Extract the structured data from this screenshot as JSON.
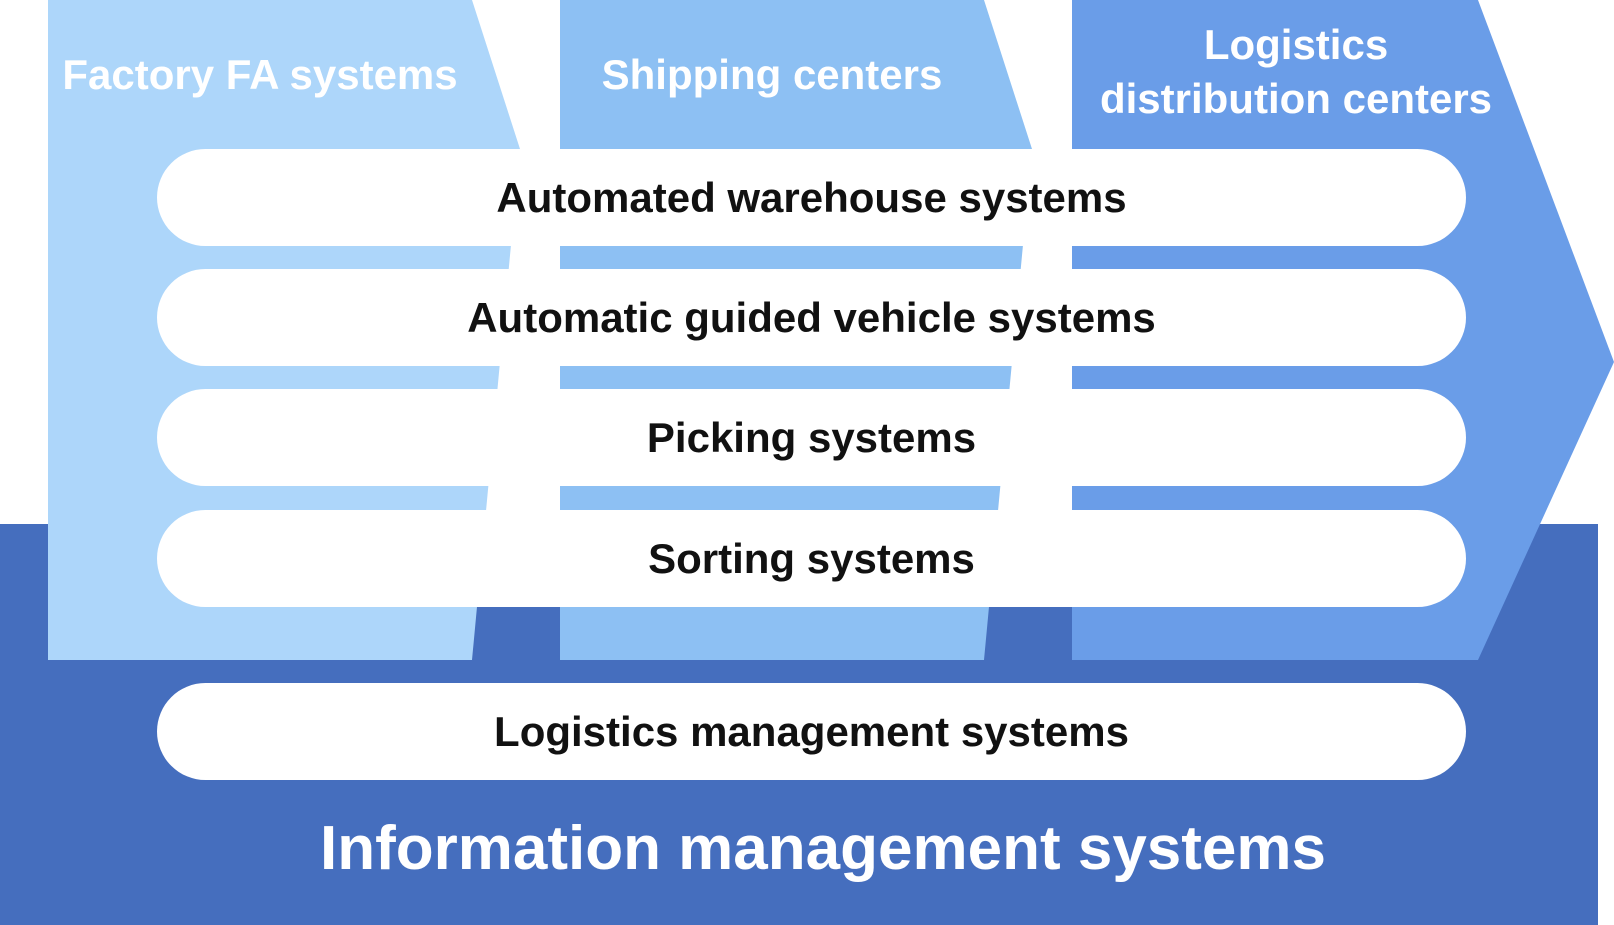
{
  "colors": {
    "factory": "#ADD6FA",
    "shipping": "#8DC0F3",
    "logistics": "#6A9DE8",
    "info_band": "#456EBE",
    "pill_bg": "#FFFFFF",
    "pill_text": "#111111",
    "header_text": "#FFFFFF"
  },
  "columns": [
    {
      "label": "Factory FA systems"
    },
    {
      "label": "Shipping centers"
    },
    {
      "label_lines": [
        "Logistics",
        "distribution centers"
      ]
    }
  ],
  "pills": [
    {
      "label": "Automated warehouse systems"
    },
    {
      "label": "Automatic guided vehicle systems"
    },
    {
      "label": "Picking systems"
    },
    {
      "label": "Sorting systems"
    }
  ],
  "management_pill": {
    "label": "Logistics management systems"
  },
  "info_band": {
    "title": "Information management systems"
  }
}
